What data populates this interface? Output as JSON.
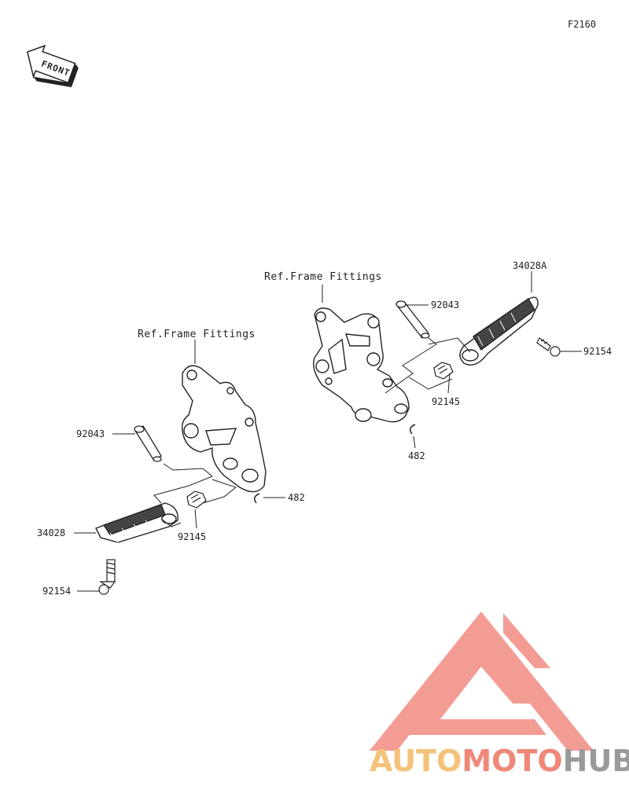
{
  "figure_code": "F2160",
  "front_badge": "FRONT",
  "left_assembly": {
    "ref_label": "Ref.Frame Fittings",
    "parts": {
      "pin": "92043",
      "clip": "482",
      "spring": "92145",
      "footpeg": "34028",
      "bolt": "92154"
    }
  },
  "right_assembly": {
    "ref_label": "Ref.Frame Fittings",
    "parts": {
      "pin": "92043",
      "clip": "482",
      "spring": "92145",
      "footpeg": "34028A",
      "bolt": "92154"
    }
  },
  "watermark": {
    "part1": "AUTO",
    "part2": "MOTO",
    "part3": "HUB",
    "colors": {
      "auto": "#f5c27a",
      "moto": "#f08878",
      "hub": "#9a9a9a",
      "logo": "#f28b82"
    }
  }
}
